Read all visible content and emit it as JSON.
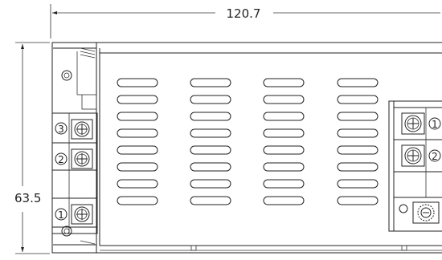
{
  "dimensions": {
    "width_label": "120.7",
    "height_label": "63.5"
  },
  "left_terminal": {
    "labels": [
      "3",
      "2",
      "1"
    ]
  },
  "right_terminal": {
    "labels": [
      "1",
      "2"
    ]
  },
  "vents": {
    "columns": 4,
    "rows": 8
  },
  "colors": {
    "line": "#222222",
    "background": "#ffffff"
  }
}
